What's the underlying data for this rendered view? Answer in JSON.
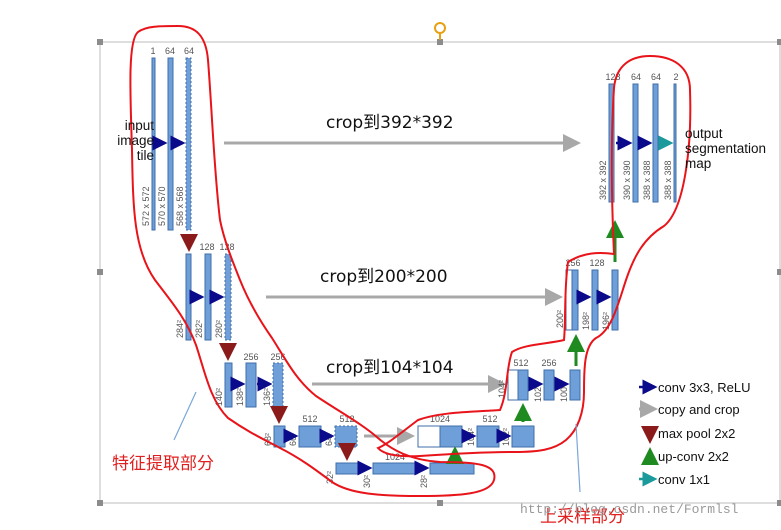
{
  "input_label": [
    "input",
    "image",
    "tile"
  ],
  "output_label": [
    "output",
    "segmentation",
    "map"
  ],
  "channels": {
    "enc1": [
      "1",
      "64",
      "64"
    ],
    "enc2": [
      "128",
      "128"
    ],
    "enc3": [
      "256",
      "256"
    ],
    "enc4": [
      "512",
      "512"
    ],
    "bottom": [
      "1024"
    ],
    "dec4": [
      "1024",
      "512"
    ],
    "dec3": [
      "512",
      "256"
    ],
    "dec2": [
      "256",
      "128"
    ],
    "dec1": [
      "128",
      "64",
      "64",
      "2"
    ]
  },
  "dims": {
    "enc1": [
      "572 x 572",
      "570 x 570",
      "568 x 568"
    ],
    "enc2": [
      "284²",
      "282²",
      "280²"
    ],
    "enc3": [
      "140²",
      "138²",
      "136²"
    ],
    "enc4": [
      "68²",
      "66²",
      "64²"
    ],
    "bottom": [
      "32²",
      "30²",
      "28²"
    ],
    "dec4": [
      "104²",
      "102²",
      "100²"
    ],
    "dec3": [
      "104²",
      "102²",
      "100²"
    ],
    "dec2": [
      "200²",
      "198²",
      "196²"
    ],
    "dec1": [
      "392 x 392",
      "390 x 390",
      "388 x 388",
      "388 x 388"
    ]
  },
  "crops": [
    "crop到392*392",
    "crop到200*200",
    "crop到104*104"
  ],
  "annotations": {
    "encoder": "特征提取部分",
    "decoder": "上采样部分"
  },
  "legend": [
    {
      "label": "conv 3x3, ReLU",
      "color": "#0a0a8a",
      "icon": "arrow-right"
    },
    {
      "label": "copy and crop",
      "color": "#a8a8a8",
      "icon": "arrow-right"
    },
    {
      "label": "max pool 2x2",
      "color": "#8b1a1a",
      "icon": "arrow-down"
    },
    {
      "label": "up-conv 2x2",
      "color": "#1f8a1f",
      "icon": "arrow-up"
    },
    {
      "label": "conv 1x1",
      "color": "#1a9a9a",
      "icon": "arrow-right"
    }
  ],
  "watermark": "http://blog.csdn.net/Formlsl",
  "colors": {
    "block": "#6f9fd8",
    "block_edge": "#3f6fa8",
    "outline": "#e8141a",
    "pointer": "#7aa6d8",
    "handle": "#8c8c8c",
    "rotate": "#e8a010"
  }
}
